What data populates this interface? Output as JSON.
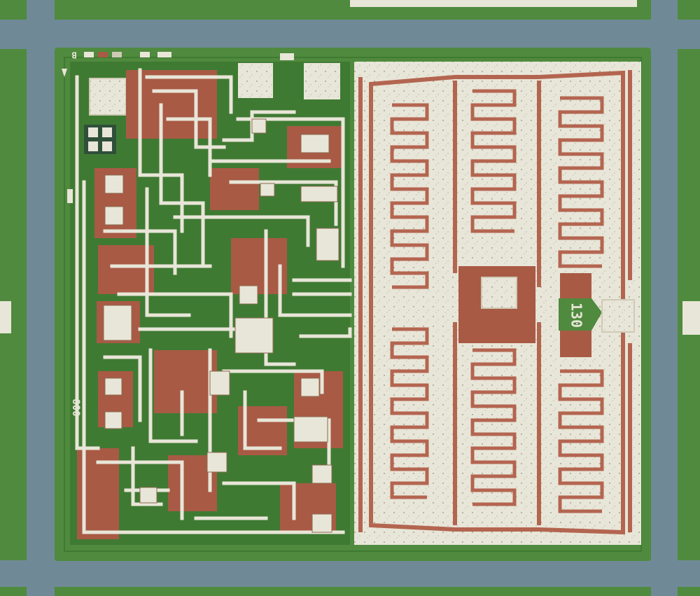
{
  "image": {
    "kind": "die-photomicrograph",
    "die_markings": {
      "main_label": "130",
      "side_label": "800",
      "corner_mark": "B"
    },
    "colors": {
      "scribe": "#6f8a96",
      "oxide": "#4f8a3e",
      "oxide_dark": "#3f7a33",
      "metal": "#e8e6d8",
      "metal_shadow": "#cfcab5",
      "diffusion": "#a85a45",
      "pad": "#f1efe4",
      "trace": "#b36550"
    }
  }
}
